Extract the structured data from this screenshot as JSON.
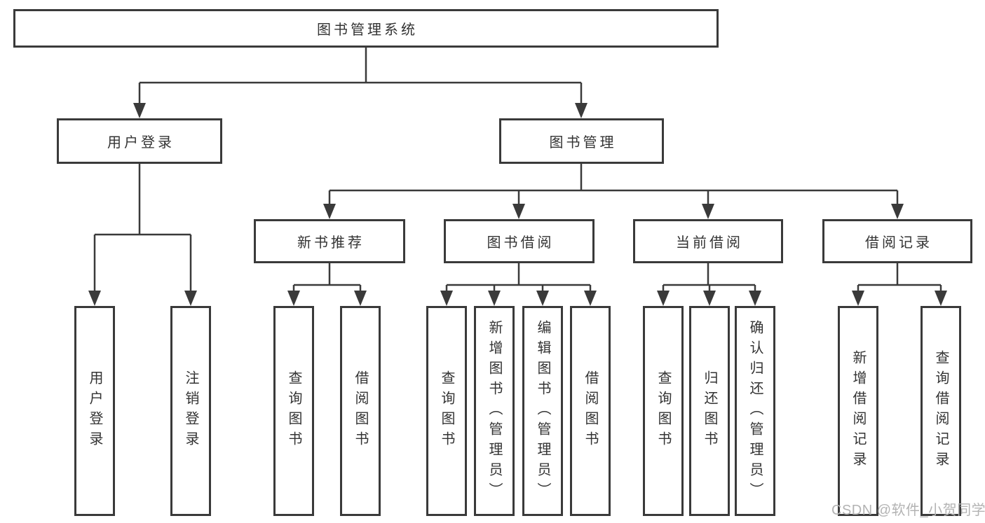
{
  "diagram": {
    "title": "图书管理系统",
    "level2": [
      {
        "label": "用户登录"
      },
      {
        "label": "图书管理"
      }
    ],
    "level3": [
      {
        "label": "新书推荐",
        "parent": "图书管理"
      },
      {
        "label": "图书借阅",
        "parent": "图书管理"
      },
      {
        "label": "当前借阅",
        "parent": "图书管理"
      },
      {
        "label": "借阅记录",
        "parent": "图书管理"
      }
    ],
    "level4": [
      {
        "label": "用户登录",
        "parent": "用户登录"
      },
      {
        "label": "注销登录",
        "parent": "用户登录"
      },
      {
        "label": "查询图书",
        "parent": "新书推荐"
      },
      {
        "label": "借阅图书",
        "parent": "新书推荐"
      },
      {
        "label": "查询图书",
        "parent": "图书借阅"
      },
      {
        "label": "新增图书（管理员）",
        "parent": "图书借阅"
      },
      {
        "label": "编辑图书（管理员）",
        "parent": "图书借阅"
      },
      {
        "label": "借阅图书",
        "parent": "图书借阅"
      },
      {
        "label": "查询图书",
        "parent": "当前借阅"
      },
      {
        "label": "归还图书",
        "parent": "当前借阅"
      },
      {
        "label": "确认归还（管理员）",
        "parent": "当前借阅"
      },
      {
        "label": "新增借阅记录",
        "parent": "借阅记录"
      },
      {
        "label": "查询借阅记录",
        "parent": "借阅记录"
      }
    ],
    "colors": {
      "line": "#3a3a3a",
      "text": "#333333",
      "background": "#ffffff",
      "watermark": "#b3b3b3"
    },
    "watermark": "CSDN @软件_小贺同学"
  }
}
